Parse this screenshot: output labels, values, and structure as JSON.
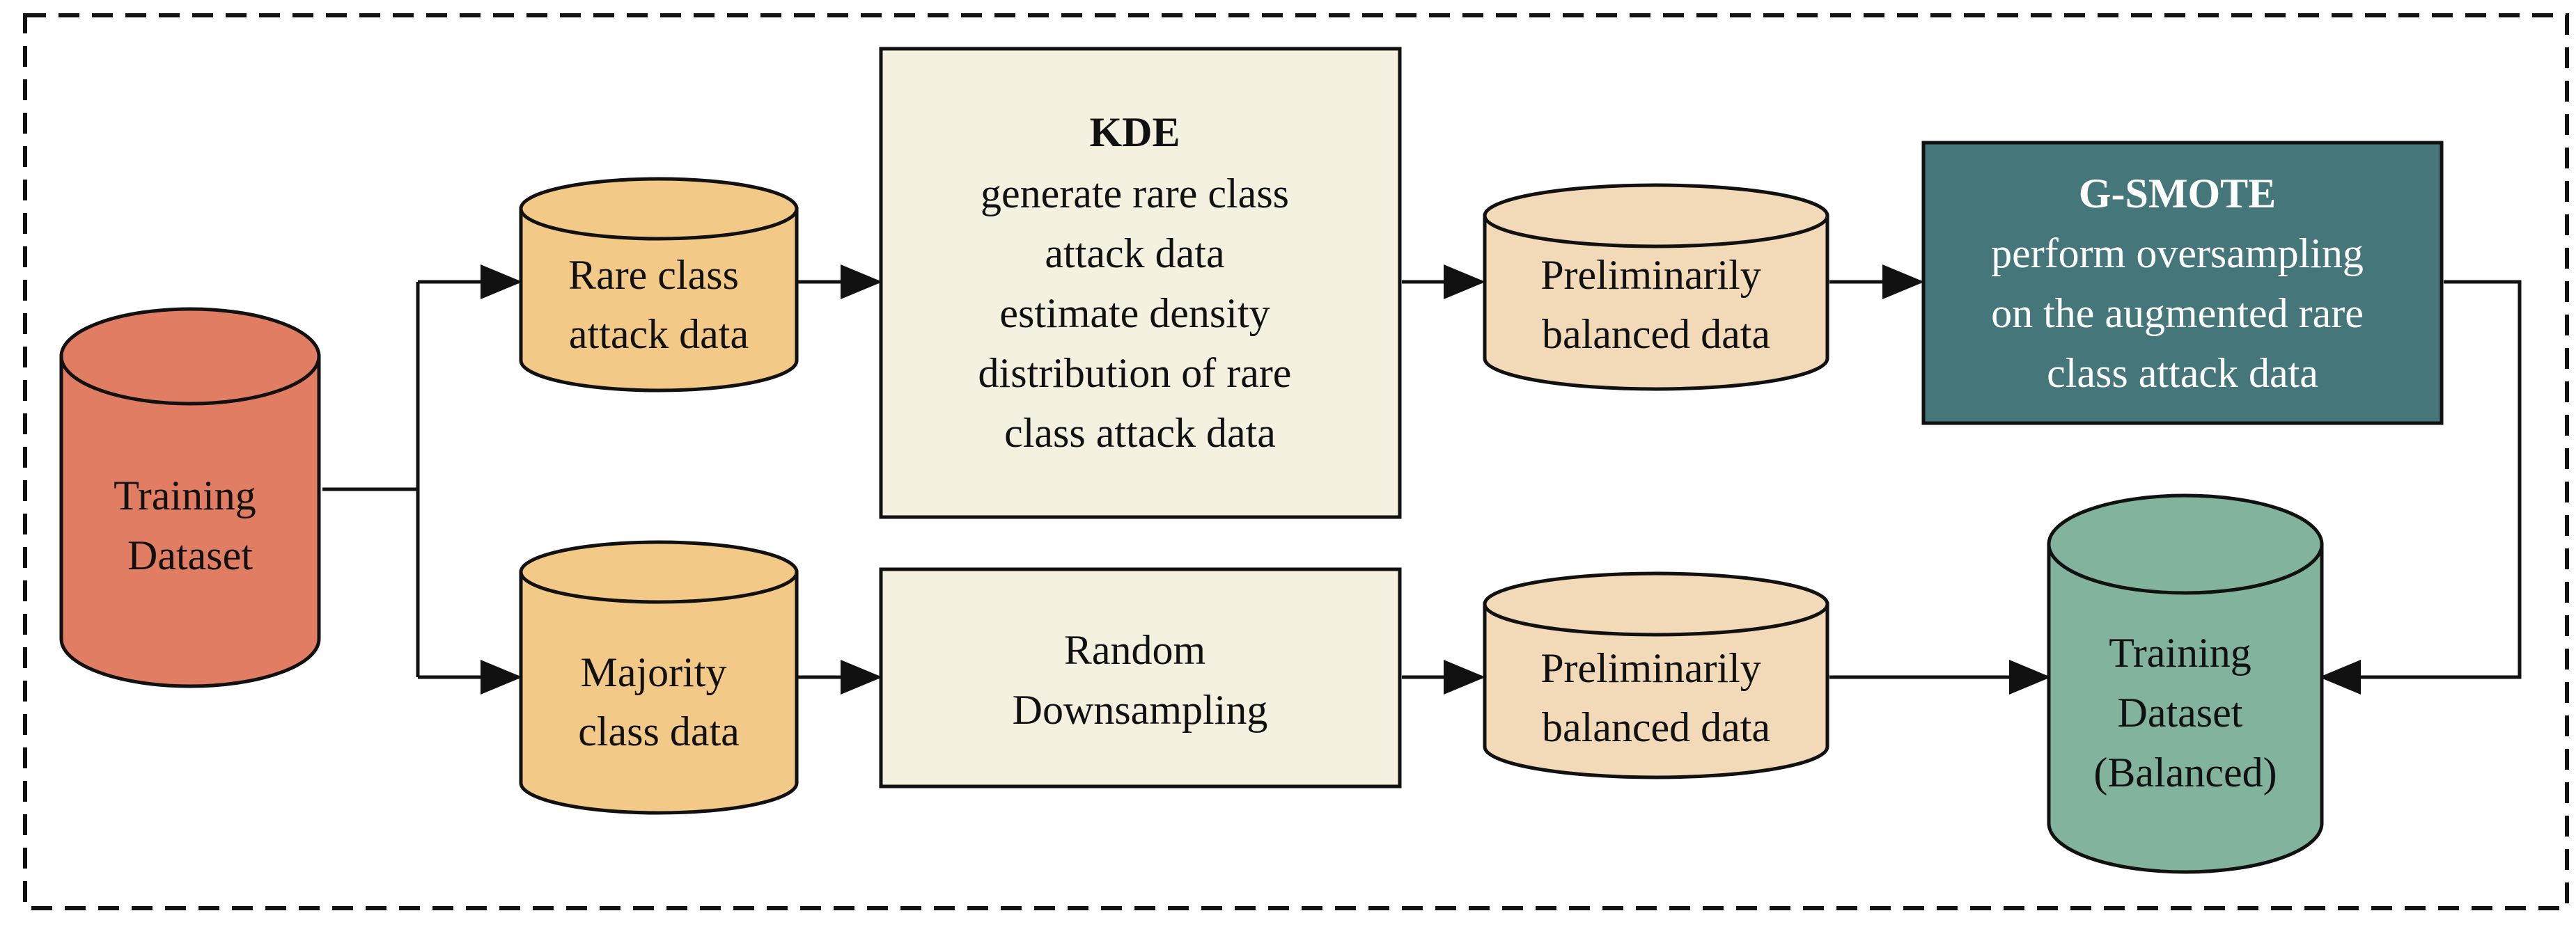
{
  "colors": {
    "training_dataset": "#E07D63",
    "rare_class": "#F2C986",
    "majority_class": "#F2C986",
    "preliminarily_balanced": "#F2DAB9",
    "process_box": "#F5F1E0",
    "gsmote_box": "#45777A",
    "balanced_dataset": "#82B39D",
    "outline": "#111111"
  },
  "nodes": {
    "training_dataset": {
      "lines": [
        "Training",
        "Dataset"
      ]
    },
    "rare_class": {
      "lines": [
        "Rare class",
        "attack data"
      ]
    },
    "majority_class": {
      "lines": [
        "Majority",
        "class data"
      ]
    },
    "kde": {
      "title": "KDE",
      "lines": [
        "generate rare class",
        "attack data",
        "estimate density",
        "distribution of rare",
        "class attack data"
      ]
    },
    "random_downsampling": {
      "lines": [
        "Random",
        "Downsampling"
      ]
    },
    "prelim_top": {
      "lines": [
        "Preliminarily",
        "balanced data"
      ]
    },
    "prelim_bottom": {
      "lines": [
        "Preliminarily",
        "balanced data"
      ]
    },
    "gsmote": {
      "title": "G-SMOTE",
      "lines": [
        "perform oversampling",
        "on the augmented rare",
        "class attack data"
      ]
    },
    "balanced_dataset": {
      "lines": [
        "Training",
        "Dataset",
        "(Balanced)"
      ]
    }
  }
}
